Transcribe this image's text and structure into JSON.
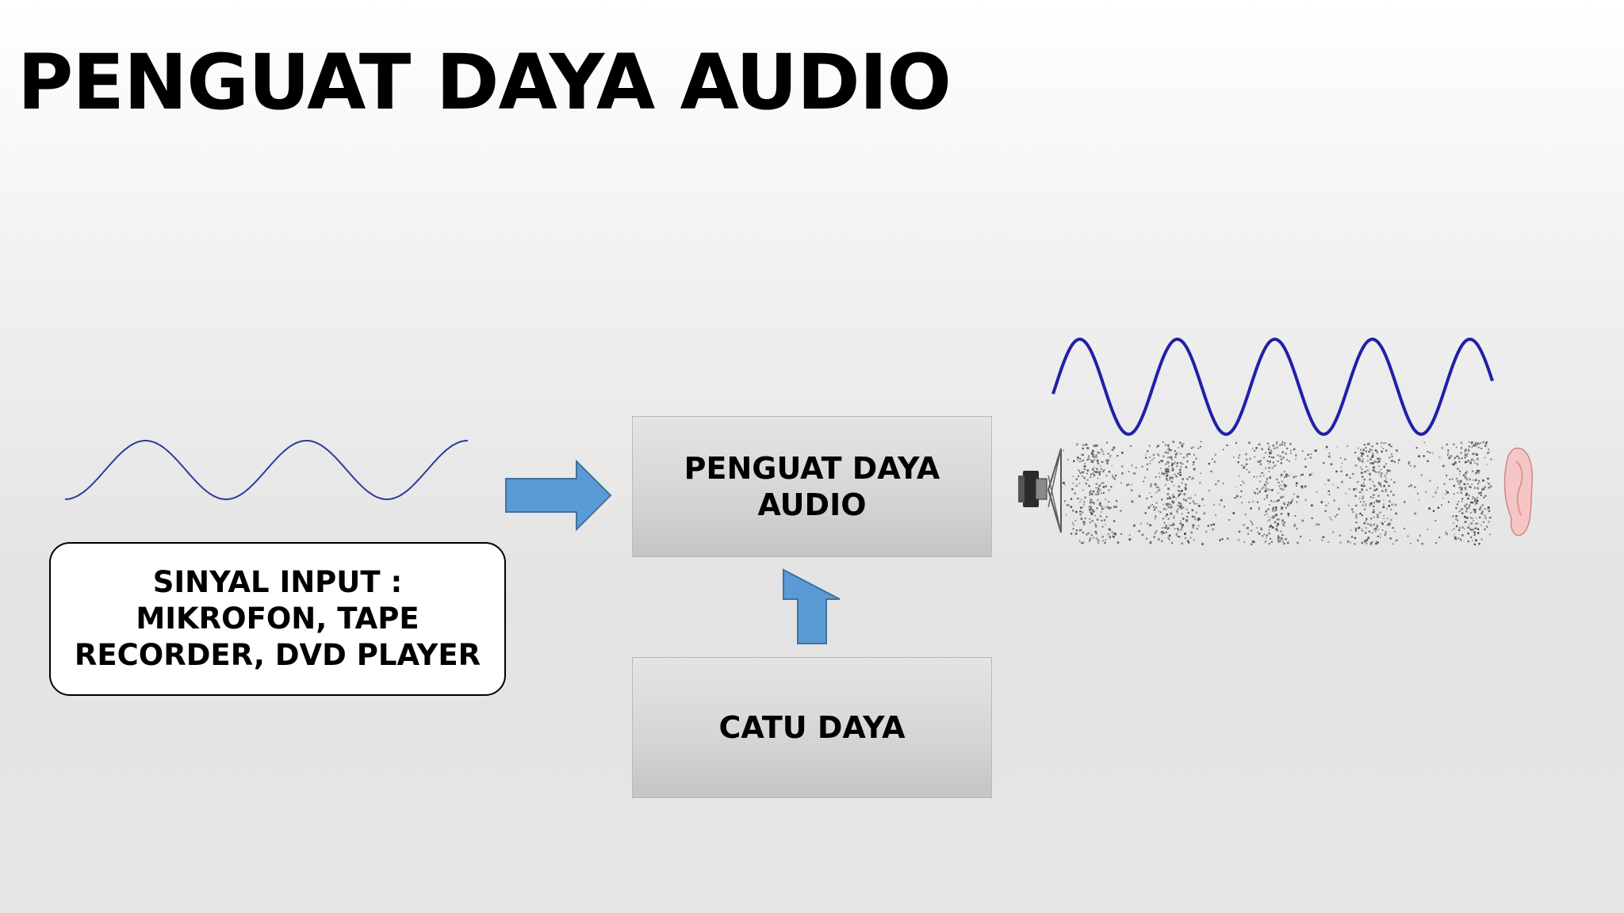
{
  "slide": {
    "title": "PENGUAT DAYA AUDIO"
  },
  "blocks": {
    "amplifier": {
      "line1": "PENGUAT DAYA",
      "line2": "AUDIO"
    },
    "power_supply": {
      "label": "CATU DAYA"
    },
    "input_source": {
      "line1": "SINYAL INPUT :",
      "line2": "MIKROFON, TAPE",
      "line3": "RECORDER, DVD PLAYER"
    }
  },
  "icons": {
    "input_wave": "sine-wave-icon",
    "output_wave": "sine-wave-icon",
    "speaker": "speaker-icon",
    "sound": "sound-wave-particles-icon",
    "ear": "ear-icon",
    "arrows": "block-arrow-icon"
  },
  "colors": {
    "arrow_fill": "#5b9bd5",
    "arrow_stroke": "#41719c",
    "input_wave": "#2e3a9e",
    "output_wave": "#2020a8",
    "box_fill": "#d6d6d6"
  }
}
